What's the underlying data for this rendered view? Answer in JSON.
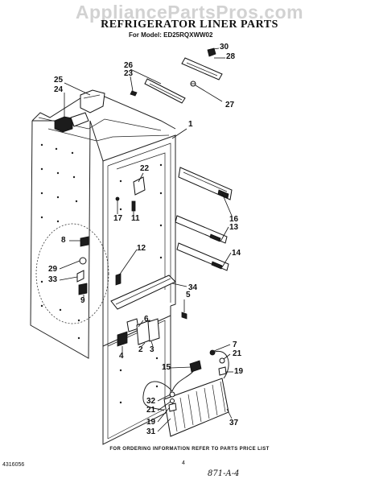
{
  "header": {
    "watermark": "AppliancePartsPros.com",
    "title": "REFRIGERATOR LINER PARTS",
    "model": "For Model: ED25RQXWW02"
  },
  "callouts": [
    {
      "id": "30",
      "label": "30"
    },
    {
      "id": "28",
      "label": "28"
    },
    {
      "id": "26",
      "label": "26"
    },
    {
      "id": "23",
      "label": "23"
    },
    {
      "id": "27",
      "label": "27"
    },
    {
      "id": "25",
      "label": "25"
    },
    {
      "id": "24",
      "label": "24"
    },
    {
      "id": "1",
      "label": "1"
    },
    {
      "id": "22",
      "label": "22"
    },
    {
      "id": "17",
      "label": "17"
    },
    {
      "id": "11",
      "label": "11"
    },
    {
      "id": "16",
      "label": "16"
    },
    {
      "id": "13",
      "label": "13"
    },
    {
      "id": "14",
      "label": "14"
    },
    {
      "id": "8",
      "label": "8"
    },
    {
      "id": "12",
      "label": "12"
    },
    {
      "id": "29",
      "label": "29"
    },
    {
      "id": "33",
      "label": "33"
    },
    {
      "id": "9",
      "label": "9"
    },
    {
      "id": "34",
      "label": "34"
    },
    {
      "id": "5",
      "label": "5"
    },
    {
      "id": "6",
      "label": "6"
    },
    {
      "id": "2",
      "label": "2"
    },
    {
      "id": "3",
      "label": "3"
    },
    {
      "id": "4",
      "label": "4"
    },
    {
      "id": "7",
      "label": "7"
    },
    {
      "id": "21a",
      "label": "21"
    },
    {
      "id": "15",
      "label": "15"
    },
    {
      "id": "19a",
      "label": "19"
    },
    {
      "id": "32",
      "label": "32"
    },
    {
      "id": "21b",
      "label": "21"
    },
    {
      "id": "37",
      "label": "37"
    },
    {
      "id": "19b",
      "label": "19"
    },
    {
      "id": "31",
      "label": "31"
    }
  ],
  "footer": {
    "ordering_note": "FOR ORDERING INFORMATION REFER TO PARTS PRICE LIST",
    "doc_number": "4316056",
    "page_number": "4",
    "handwritten_note": "871-A-4"
  }
}
